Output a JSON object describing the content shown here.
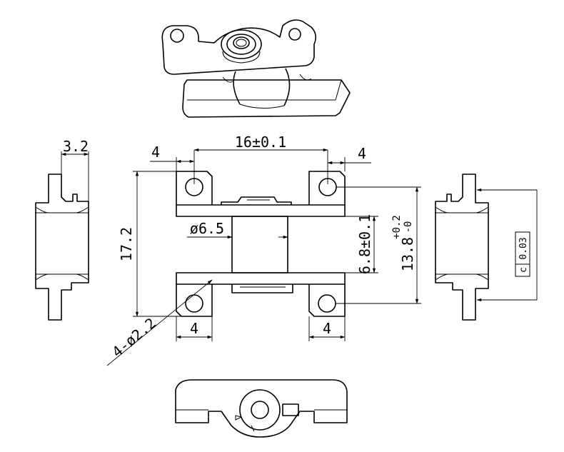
{
  "dimensions": {
    "overall_width": "16±0.1",
    "left_hole_offset": "4",
    "right_hole_offset": "4",
    "overall_height": "17.2",
    "shaft_diameter": "ø6.5",
    "shaft_height": "6.8±0.1",
    "hole_pitch": "13.8",
    "hole_pitch_upper_tol": "+0.2",
    "hole_pitch_lower_tol": "-0",
    "bottom_left_width": "4",
    "bottom_right_width": "4",
    "holes_callout": "4-ø2.2",
    "side_thickness": "3.2",
    "flatness_symbol": "c",
    "flatness_value": "0.03"
  }
}
